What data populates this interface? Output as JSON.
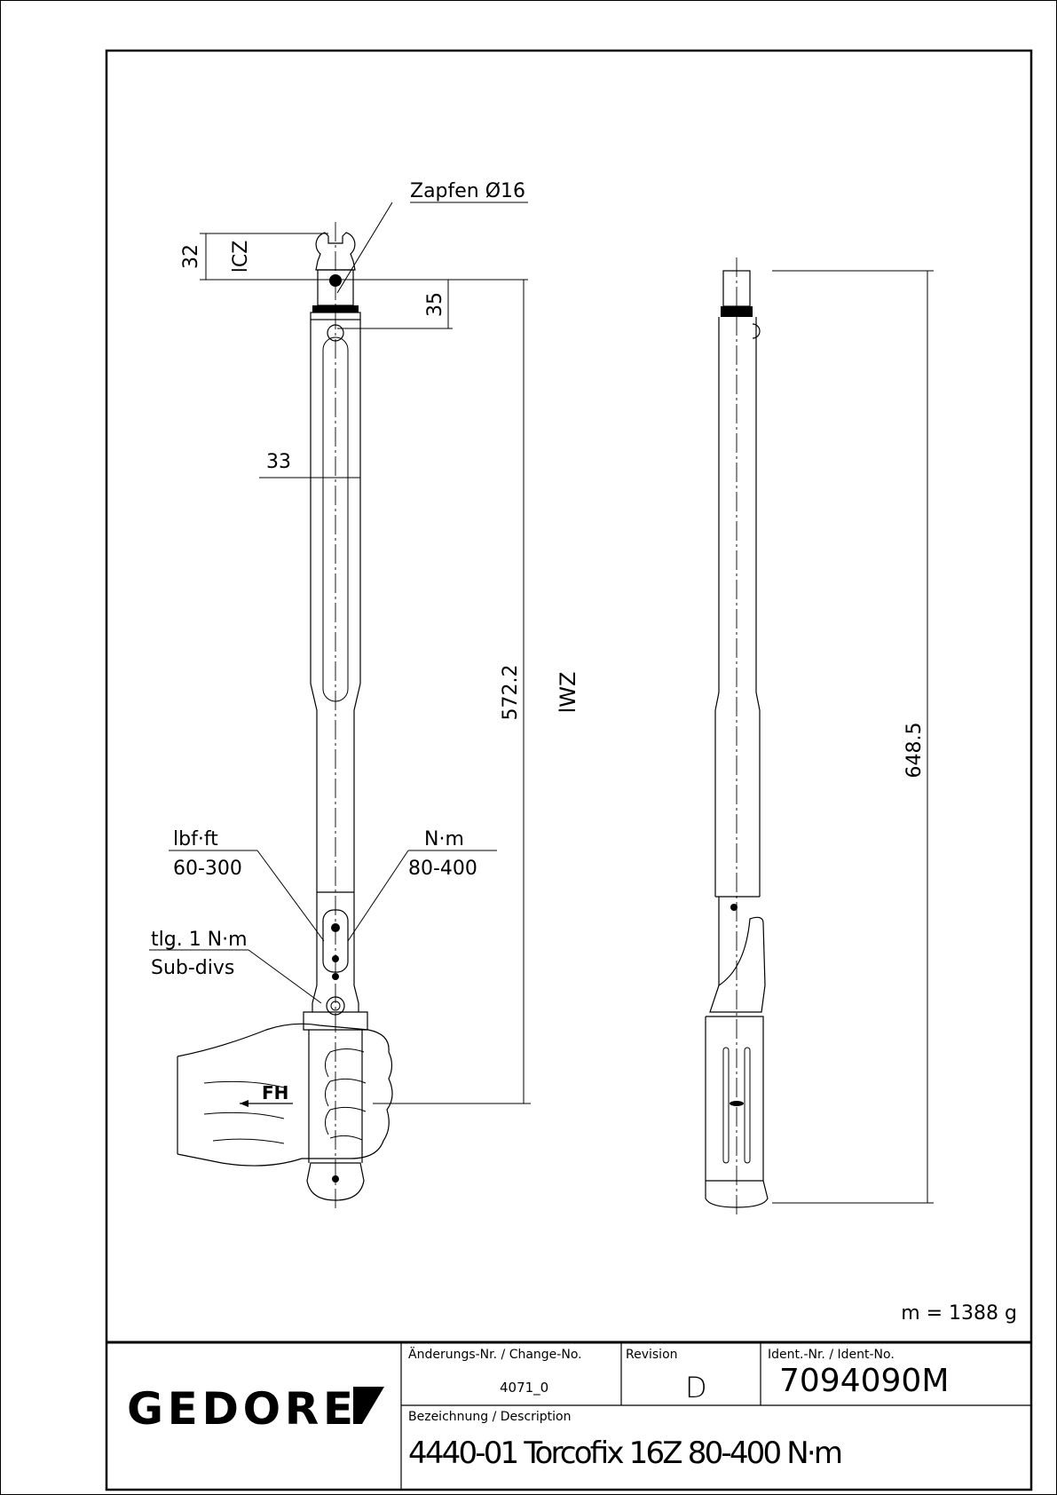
{
  "drawing": {
    "labels": {
      "pin": "Zapfen Ø16",
      "dim_32": "32",
      "lcz": "lCZ",
      "dim_35": "35",
      "dim_33": "33",
      "dim_572": "572.2",
      "lwz": "lWZ",
      "lbf_unit": "lbf·ft",
      "lbf_range": "60-300",
      "nm_unit": "N·m",
      "nm_range": "80-400",
      "subdiv_de": "tlg. 1 N·m",
      "subdiv_en": "Sub-divs",
      "force": "FH",
      "dim_648": "648.5",
      "mass": "m = 1388 g"
    }
  },
  "title_block": {
    "logo": "GEDORE",
    "change_label": "Änderungs-Nr. / Change-No.",
    "change_value": "4071_0",
    "revision_label": "Revision",
    "revision_value": "D",
    "ident_label": "Ident.-Nr. / Ident-No.",
    "ident_value": "7094090M",
    "description_label": "Bezeichnung / Description",
    "description_value": "4440-01 Torcofix 16Z  80-400 N·m"
  }
}
